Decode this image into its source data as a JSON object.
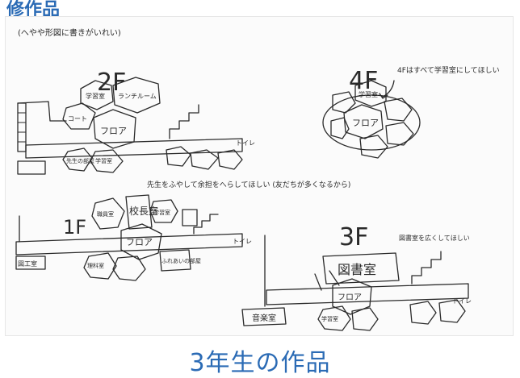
{
  "header": {
    "title_fragment": "修作品"
  },
  "note_top": "(へやや形図に書きがいれい)",
  "floors": {
    "f2": {
      "label": "2F",
      "rooms": [
        "学習室",
        "ランチルーム",
        "コート",
        "フロア",
        "トイレ",
        "先生の部屋",
        "学習室"
      ]
    },
    "f4": {
      "label": "4F",
      "note": "4Fはすべて学習室にしてほしい",
      "rooms": [
        "学習室",
        "フロア"
      ]
    },
    "f1": {
      "label": "1F",
      "rooms": [
        "職員室",
        "校長室",
        "学習室",
        "フロア",
        "トイレ",
        "図工室",
        "理科室",
        "ふれあいの部屋"
      ]
    },
    "f3": {
      "label": "3F",
      "note": "図書室を広くしてほしい",
      "rooms": [
        "図書室",
        "フロア",
        "音楽室",
        "トイレ",
        "学習室"
      ]
    }
  },
  "middle_note": "先生をふやして余担をへらしてほしい (友だちが多くなるから)",
  "caption": "3年生の作品"
}
